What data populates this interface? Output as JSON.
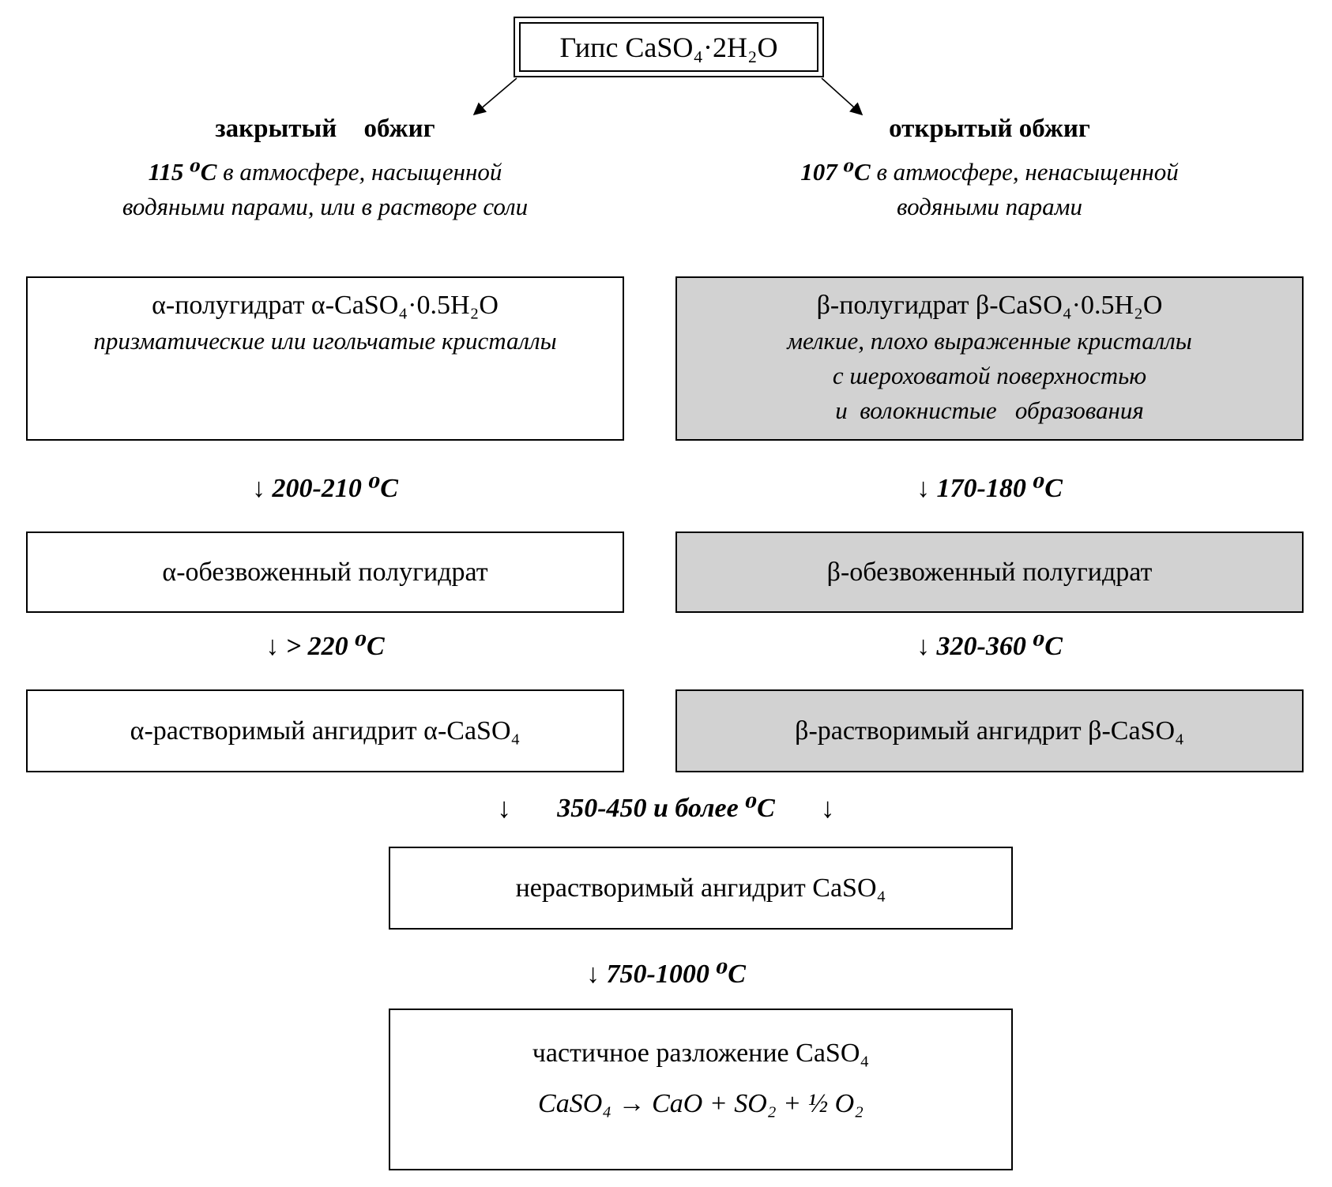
{
  "root_box": {
    "label": "Гипс CaSO₄·2H₂O"
  },
  "left_branch": {
    "heading": "закрытый обжиг",
    "temp": "115 ⁰С",
    "condition": " в атмосфере, насыщенной\nводяными парами, или в растворе соли",
    "stage1_title": "α-полугидрат α-CaSO₄·0.5H₂O",
    "stage1_desc": "призматические или игольчатые кристаллы",
    "arrow1_label": "↓ 200-210 ⁰С",
    "stage2_label": "α-обезвоженный полугидрат",
    "arrow2_label": "↓ > 220 ⁰С",
    "stage3_label": "α-растворимый ангидрит α-CaSO₄"
  },
  "right_branch": {
    "heading": "открытый обжиг",
    "temp": "107 ⁰С",
    "condition": " в атмосфере, ненасыщенной\nводяными парами",
    "stage1_title": "β-полугидрат β-CaSO₄·0.5H₂O",
    "stage1_desc": "мелкие, плохо выраженные кристаллы\nс шероховатой поверхностью\nи  волокнистые   образования",
    "arrow1_label": "↓ 170-180 ⁰С",
    "stage2_label": "β-обезвоженный полугидрат",
    "arrow2_label": "↓ 320-360 ⁰С",
    "stage3_label": "β-растворимый ангидрит β-CaSO₄"
  },
  "merge": {
    "arrow_glyph": "↓",
    "arrow_label": "350-450 и более  ⁰С",
    "insoluble_box_label": "нерастворимый ангидрит CaSO₄",
    "arrow2_label": "↓ 750-1000 ⁰С",
    "decomposition_title": "частичное разложение CaSO₄",
    "decomposition_formula": "CaSO₄ → CaO + SO₂ + ½ O₂"
  },
  "colors": {
    "background": "#ffffff",
    "box_fill_white": "#ffffff",
    "box_fill_gray": "#d2d2d2",
    "line": "#000000",
    "text": "#000000"
  }
}
